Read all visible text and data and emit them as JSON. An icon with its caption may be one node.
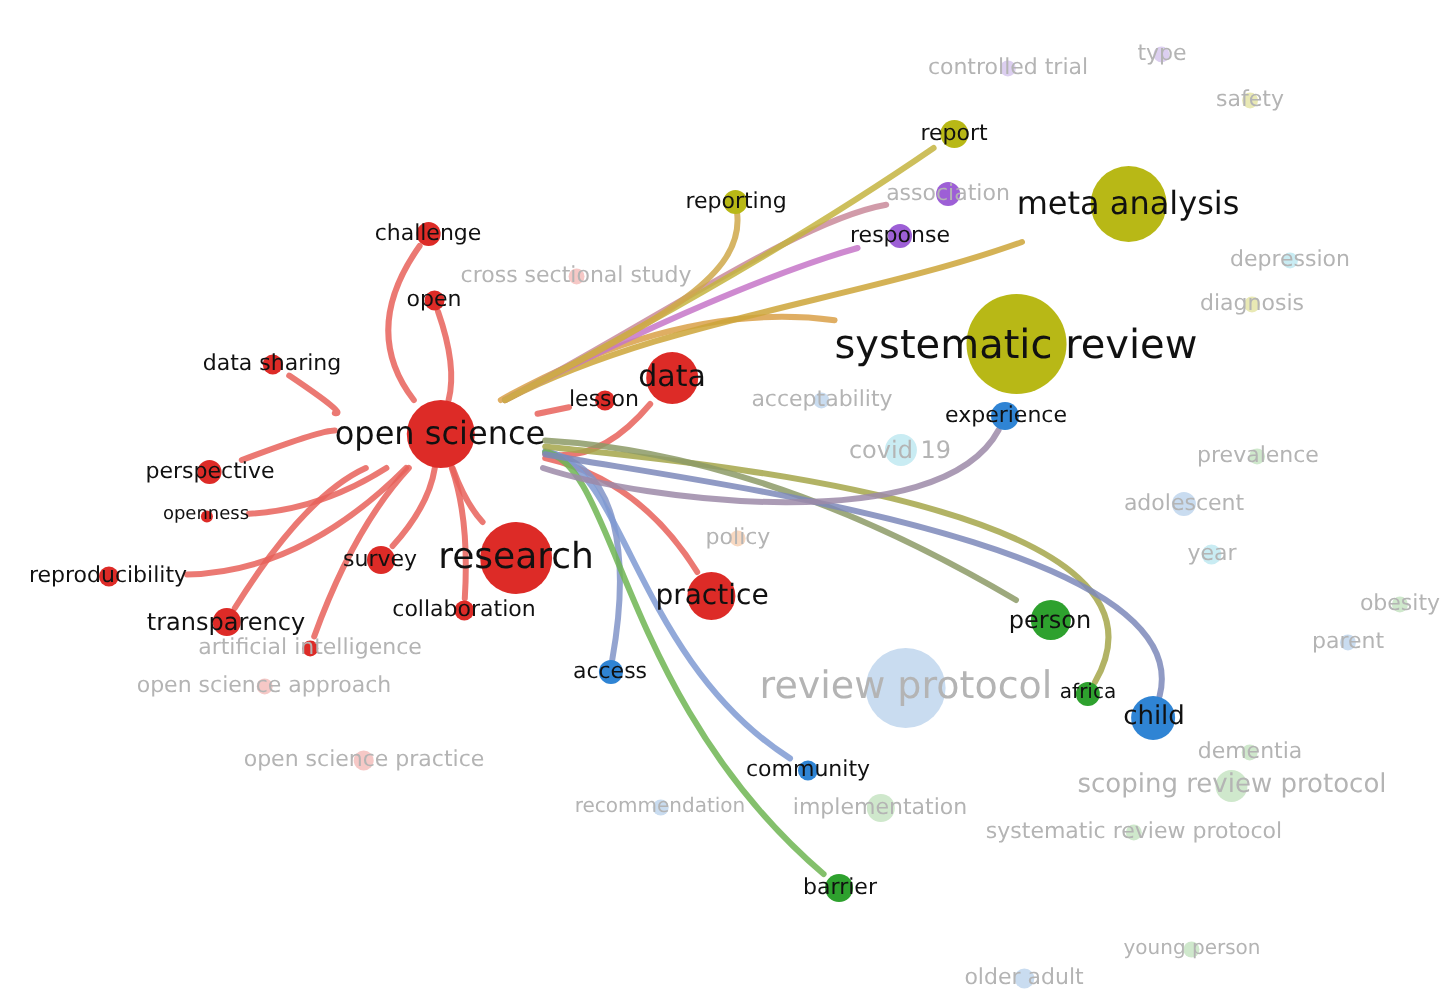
{
  "diagram": {
    "nodes": [
      {
        "text": [
          "open science"
        ]
      },
      {
        "text": [
          "challenge"
        ]
      },
      {
        "text": [
          "open"
        ]
      },
      {
        "text": [
          "data sharing"
        ]
      },
      {
        "text": [
          "lesson"
        ]
      },
      {
        "text": [
          "data"
        ]
      },
      {
        "text": [
          "perspective"
        ]
      },
      {
        "text": [
          "openness"
        ]
      },
      {
        "text": [
          "reproducibility"
        ]
      },
      {
        "text": [
          "transparency"
        ]
      },
      {
        "text": [
          "artificial intelligence"
        ]
      },
      {
        "text": [
          "survey"
        ]
      },
      {
        "text": [
          "research"
        ]
      },
      {
        "text": [
          "collaboration"
        ]
      },
      {
        "text": [
          "practice"
        ]
      },
      {
        "text": [
          "access"
        ]
      },
      {
        "text": [
          "community"
        ]
      },
      {
        "text": [
          "barrier"
        ]
      },
      {
        "text": [
          "africa"
        ]
      },
      {
        "text": [
          "person"
        ]
      },
      {
        "text": [
          "child"
        ]
      },
      {
        "text": [
          "experience"
        ]
      },
      {
        "text": [
          "systematic review"
        ]
      },
      {
        "text": [
          "meta analysis"
        ]
      },
      {
        "text": [
          "response"
        ]
      },
      {
        "text": [
          "association"
        ]
      },
      {
        "text": [
          "report"
        ]
      },
      {
        "text": [
          "reporting"
        ]
      },
      {
        "text": [
          "controlled trial"
        ]
      },
      {
        "text": [
          "type"
        ]
      },
      {
        "text": [
          "safety"
        ]
      },
      {
        "text": [
          "depression"
        ]
      },
      {
        "text": [
          "diagnosis"
        ]
      },
      {
        "text": [
          "cross sectional study"
        ]
      },
      {
        "text": [
          "acceptability"
        ]
      },
      {
        "text": [
          "covid 19"
        ]
      },
      {
        "text": [
          "prevalence"
        ]
      },
      {
        "text": [
          "adolescent"
        ]
      },
      {
        "text": [
          "year"
        ]
      },
      {
        "text": [
          "policy"
        ]
      },
      {
        "text": [
          "obesity"
        ]
      },
      {
        "text": [
          "parent"
        ]
      },
      {
        "text": [
          "review protocol"
        ]
      },
      {
        "text": [
          "dementia"
        ]
      },
      {
        "text": [
          "scoping review protocol"
        ]
      },
      {
        "text": [
          "systematic review protocol"
        ]
      },
      {
        "text": [
          "implementation"
        ]
      },
      {
        "text": [
          "recommendation"
        ]
      },
      {
        "text": [
          "young person"
        ]
      },
      {
        "text": [
          "older adult"
        ]
      },
      {
        "text": [
          "open science approach"
        ]
      },
      {
        "text": [
          "open science practice"
        ]
      }
    ],
    "edges": [
      {
        "from": 0,
        "to": 1,
        "arrow": "none"
      },
      {
        "from": 0,
        "to": 2,
        "arrow": "none"
      },
      {
        "from": 0,
        "to": 3,
        "arrow": "none"
      },
      {
        "from": 0,
        "to": 4,
        "arrow": "none"
      },
      {
        "from": 0,
        "to": 5,
        "arrow": "none"
      },
      {
        "from": 0,
        "to": 6,
        "arrow": "none"
      },
      {
        "from": 0,
        "to": 7,
        "arrow": "none"
      },
      {
        "from": 0,
        "to": 8,
        "arrow": "none"
      },
      {
        "from": 0,
        "to": 9,
        "arrow": "none"
      },
      {
        "from": 0,
        "to": 10,
        "arrow": "none"
      },
      {
        "from": 0,
        "to": 11,
        "arrow": "none"
      },
      {
        "from": 0,
        "to": 12,
        "arrow": "none"
      },
      {
        "from": 0,
        "to": 13,
        "arrow": "none"
      },
      {
        "from": 0,
        "to": 14,
        "arrow": "none"
      },
      {
        "from": 0,
        "to": 15,
        "arrow": "none",
        "color": "#8194c8"
      },
      {
        "from": 0,
        "to": 16,
        "arrow": "none",
        "color": "#7f9ad2"
      },
      {
        "from": 0,
        "to": 17,
        "arrow": "none",
        "color": "#6fb552"
      },
      {
        "from": 0,
        "to": 18,
        "arrow": "none",
        "color": "#a4a64a"
      },
      {
        "from": 0,
        "to": 19,
        "arrow": "none",
        "color": "#8c9a66"
      },
      {
        "from": 0,
        "to": 20,
        "arrow": "none",
        "color": "#7d88ba"
      },
      {
        "from": 0,
        "to": 21,
        "arrow": "none",
        "color": "#9c8aa8"
      },
      {
        "from": 0,
        "to": 22,
        "arrow": "none",
        "color": "#d9a048"
      },
      {
        "from": 0,
        "to": 23,
        "arrow": "none",
        "color": "#cda438"
      },
      {
        "from": 0,
        "to": 24,
        "arrow": "none",
        "color": "#c576c8"
      },
      {
        "from": 0,
        "to": 25,
        "arrow": "none",
        "color": "#c98a9a"
      },
      {
        "from": 0,
        "to": 26,
        "arrow": "none",
        "color": "#c4b440"
      },
      {
        "from": 0,
        "to": 27,
        "arrow": "none",
        "color": "#cfa84a"
      }
    ]
  }
}
